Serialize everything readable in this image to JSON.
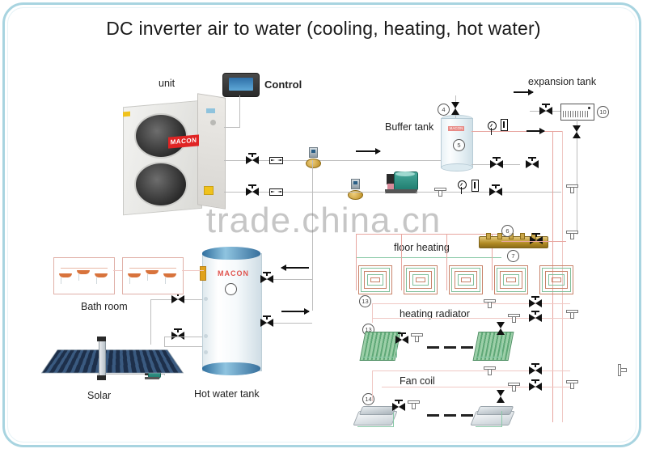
{
  "title": "DC inverter  air to water (cooling, heating, hot water)",
  "watermark": "trade.china.cn",
  "brand": "MACON",
  "labels": {
    "unit": "unit",
    "control": "Control",
    "buffer_tank": "Buffer tank",
    "expansion_tank": "expansion tank",
    "floor_heating": "floor heating",
    "heating_radiator": "heating radiator",
    "fan_coil": "Fan coil",
    "bath_room": "Bath room",
    "solar": "Solar",
    "hot_water_tank": "Hot water tank"
  },
  "tags": {
    "buffer_safety_valve": "4",
    "buffer_tank_no": "5",
    "expansion_tank_no": "10",
    "manifold_upper": "6",
    "manifold_lower": "7",
    "floor_heating_no": "13",
    "radiator_no": "13",
    "fan_coil_no": "14"
  },
  "colors": {
    "frame": "#a8d4e0",
    "brand_red": "#e02424",
    "hot_pipe": "#e8a6a0",
    "cold_pipe": "#8ac9a8",
    "grey_pipe": "#b9b9b9",
    "radiator_green": "#5fa877",
    "solar_blue": "#1d2f4a",
    "brass": "#b98a1e",
    "pump_green": "#1f7d70"
  },
  "components": {
    "valves_count": 24,
    "floor_heating_coils": 5,
    "radiators": 2,
    "fan_coils": 2,
    "bath_room_boxes": 2,
    "showers_per_box": 3,
    "unit_fans": 2
  }
}
